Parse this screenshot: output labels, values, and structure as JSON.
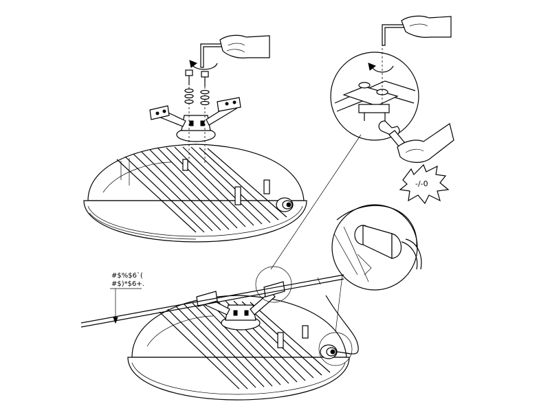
{
  "labels": {
    "cable_callout_line1": "#$%$6`(",
    "cable_callout_line2": "#$)*$6+.",
    "burst_callout": "-/-0"
  },
  "icons": [
    "hand-icon",
    "hex-key-icon",
    "rotation-arrow-icon",
    "wrench-icon",
    "bolt-icon",
    "washer-icon",
    "cable-gland-icon"
  ]
}
